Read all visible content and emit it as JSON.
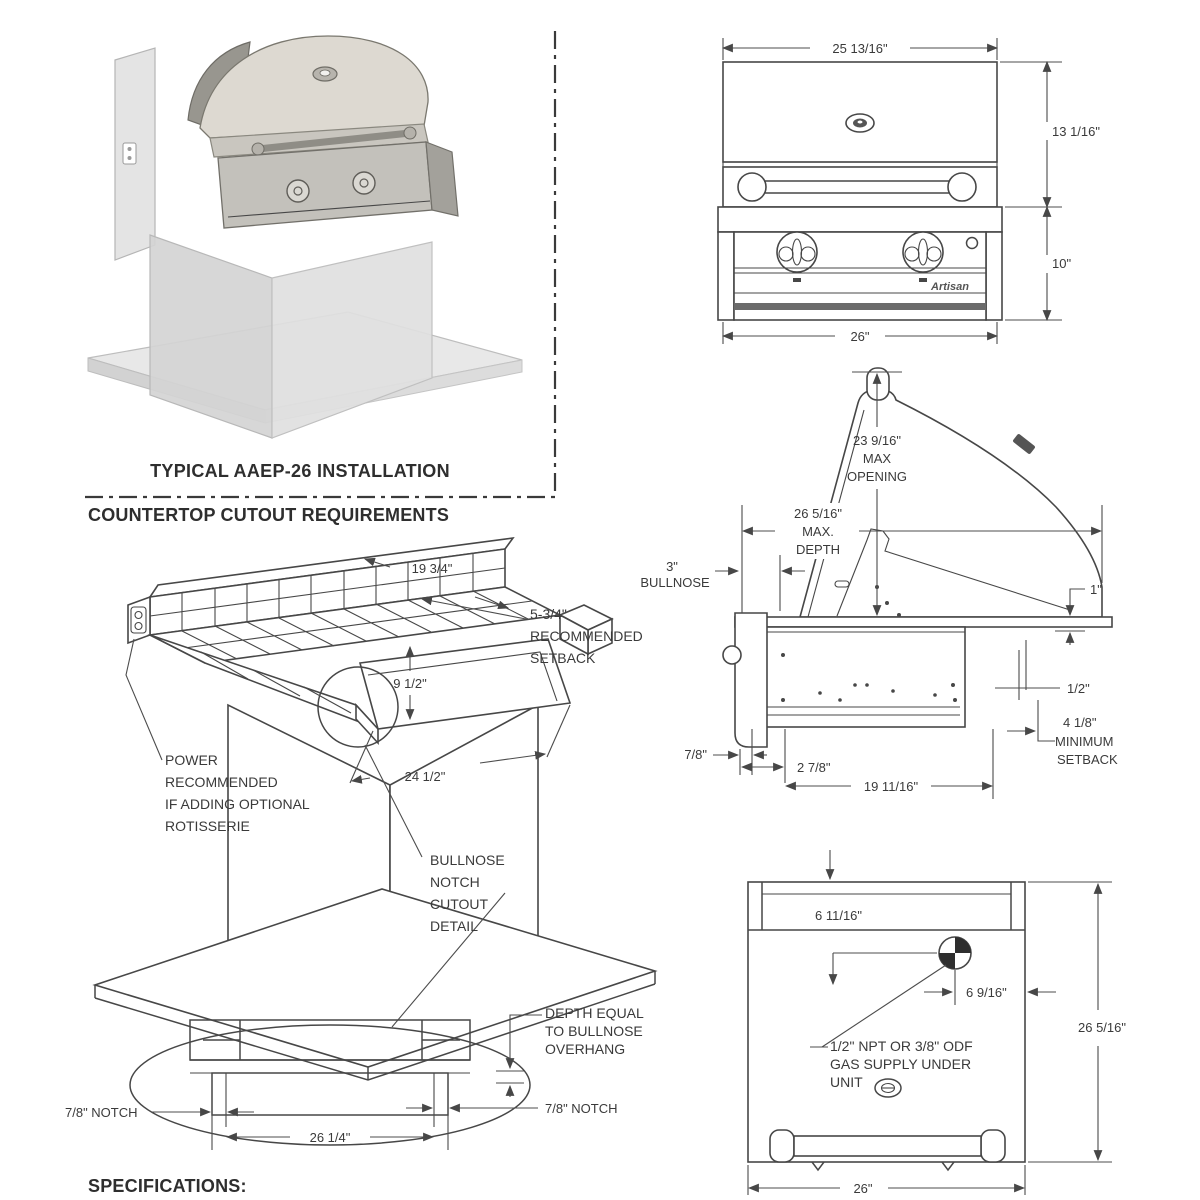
{
  "colors": {
    "line": "#474747",
    "text": "#3a3a3a",
    "cart_fill": "#d9d9d9",
    "hood_fill": "#dcd9d2",
    "hood_side": "#98968f"
  },
  "installation": {
    "caption": "TYPICAL AAEP-26 INSTALLATION"
  },
  "headings": {
    "countertop": "COUNTERTOP CUTOUT REQUIREMENTS",
    "specifications": "SPECIFICATIONS:"
  },
  "front_view": {
    "width_top": "25 13/16\"",
    "height_hood": "13 1/16\"",
    "height_base": "10\"",
    "width_bottom": "26\"",
    "brand": "Artisan"
  },
  "cutout_view": {
    "depth": "19 3/4\"",
    "setback": [
      "5-3/4\"",
      "RECOMMENDED",
      "SETBACK"
    ],
    "inner_depth": "9 1/2\"",
    "inner_width": "24 1/2\"",
    "power_note": [
      "POWER",
      "RECOMMENDED",
      "IF ADDING OPTIONAL",
      "ROTISSERIE"
    ],
    "notch_note": [
      "BULLNOSE",
      "NOTCH",
      "CUTOUT",
      "DETAIL"
    ]
  },
  "side_view": {
    "max_opening": [
      "23 9/16\"",
      "MAX",
      "OPENING"
    ],
    "max_depth": [
      "26 5/16\"",
      "MAX.",
      "DEPTH"
    ],
    "bullnose": [
      "3\"",
      "BULLNOSE"
    ],
    "top_gap": "1\"",
    "rear_gap": "1/2\"",
    "min_setback": [
      "4 1/8\"",
      "MINIMUM",
      "SETBACK"
    ],
    "notch": "7/8\"",
    "front_inset": "2 7/8\"",
    "body_depth": "19 11/16\""
  },
  "notch_detail": {
    "left_notch": "7/8\" NOTCH",
    "right_notch": "7/8\" NOTCH",
    "width": "26 1/4\"",
    "depth_note": [
      "DEPTH EQUAL",
      "TO BULLNOSE",
      "OVERHANG"
    ]
  },
  "bottom_view": {
    "back_inset": "6 11/16\"",
    "side_inset": "6 9/16\"",
    "depth": "26 5/16\"",
    "gas_note": [
      "1/2\" NPT OR 3/8\" ODF",
      "GAS SUPPLY UNDER",
      "UNIT"
    ],
    "width": "26\""
  }
}
